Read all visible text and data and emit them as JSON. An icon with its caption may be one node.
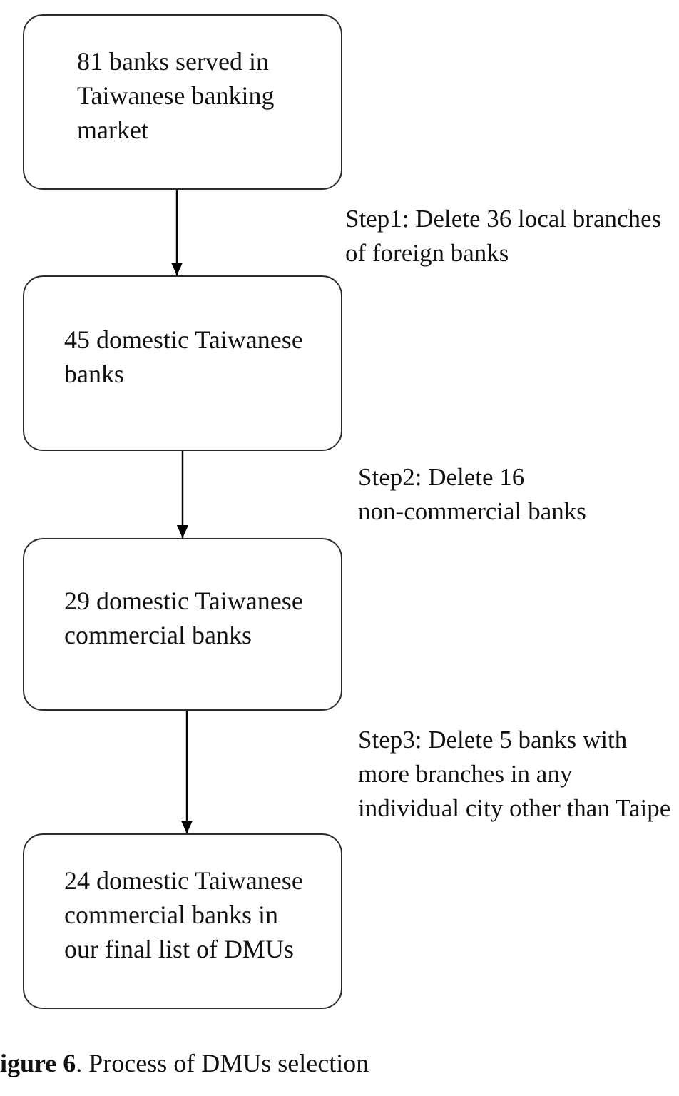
{
  "diagram": {
    "caption": "**igure 6**. Process of DMUs selection",
    "nodes": [
      {
        "text": [
          "81 banks served in Taiwanese banking market"
        ]
      },
      {
        "text": [
          "45 domestic Taiwanese banks"
        ]
      },
      {
        "text": [
          "29 domestic Taiwanese commercial banks"
        ]
      },
      {
        "text": [
          "24 domestic Taiwanese commercial banks in our final list of DMUs"
        ]
      }
    ],
    "edges": [
      {
        "from": 0,
        "to": 1,
        "arrow": "to"
      },
      {
        "from": 1,
        "to": 2,
        "arrow": "to"
      },
      {
        "from": 2,
        "to": 3,
        "arrow": "to"
      }
    ],
    "labels": [
      "Step1: Delete 36 local branches of foreign banks",
      "Step2: Delete 16 non-commercial banks",
      "Step3: Delete 5 banks with more branches in any individual city other than Taipe"
    ]
  }
}
